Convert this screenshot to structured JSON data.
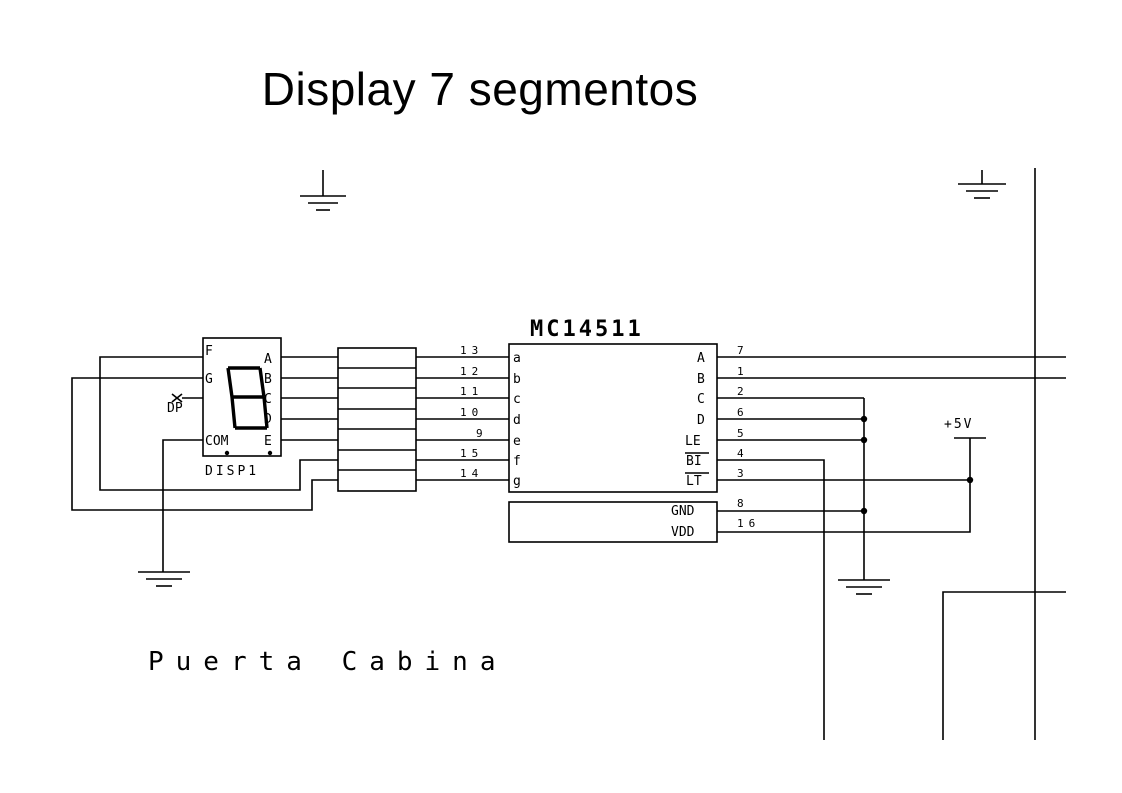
{
  "slide": {
    "title": "Display 7 segmentos"
  },
  "decoder": {
    "name": "MC14511",
    "left_pins": [
      {
        "num": "13",
        "label": "a"
      },
      {
        "num": "12",
        "label": "b"
      },
      {
        "num": "11",
        "label": "c"
      },
      {
        "num": "10",
        "label": "d"
      },
      {
        "num": "9",
        "label": "e"
      },
      {
        "num": "15",
        "label": "f"
      },
      {
        "num": "14",
        "label": "g"
      }
    ],
    "right_pins": [
      {
        "num": "7",
        "label": "A"
      },
      {
        "num": "1",
        "label": "B"
      },
      {
        "num": "2",
        "label": "C"
      },
      {
        "num": "6",
        "label": "D"
      },
      {
        "num": "5",
        "label": "LE"
      },
      {
        "num": "4",
        "label": "BI"
      },
      {
        "num": "3",
        "label": "LT"
      }
    ],
    "power_pins": [
      {
        "num": "8",
        "label": "GND"
      },
      {
        "num": "16",
        "label": "VDD"
      }
    ]
  },
  "display": {
    "name": "DISP1",
    "left_pins": [
      "F",
      "G",
      "COM"
    ],
    "right_pins": [
      "A",
      "B",
      "C",
      "D",
      "E"
    ],
    "dp_label": "DP"
  },
  "supply": {
    "label": "+5V"
  },
  "caption": "Puerta Cabina"
}
